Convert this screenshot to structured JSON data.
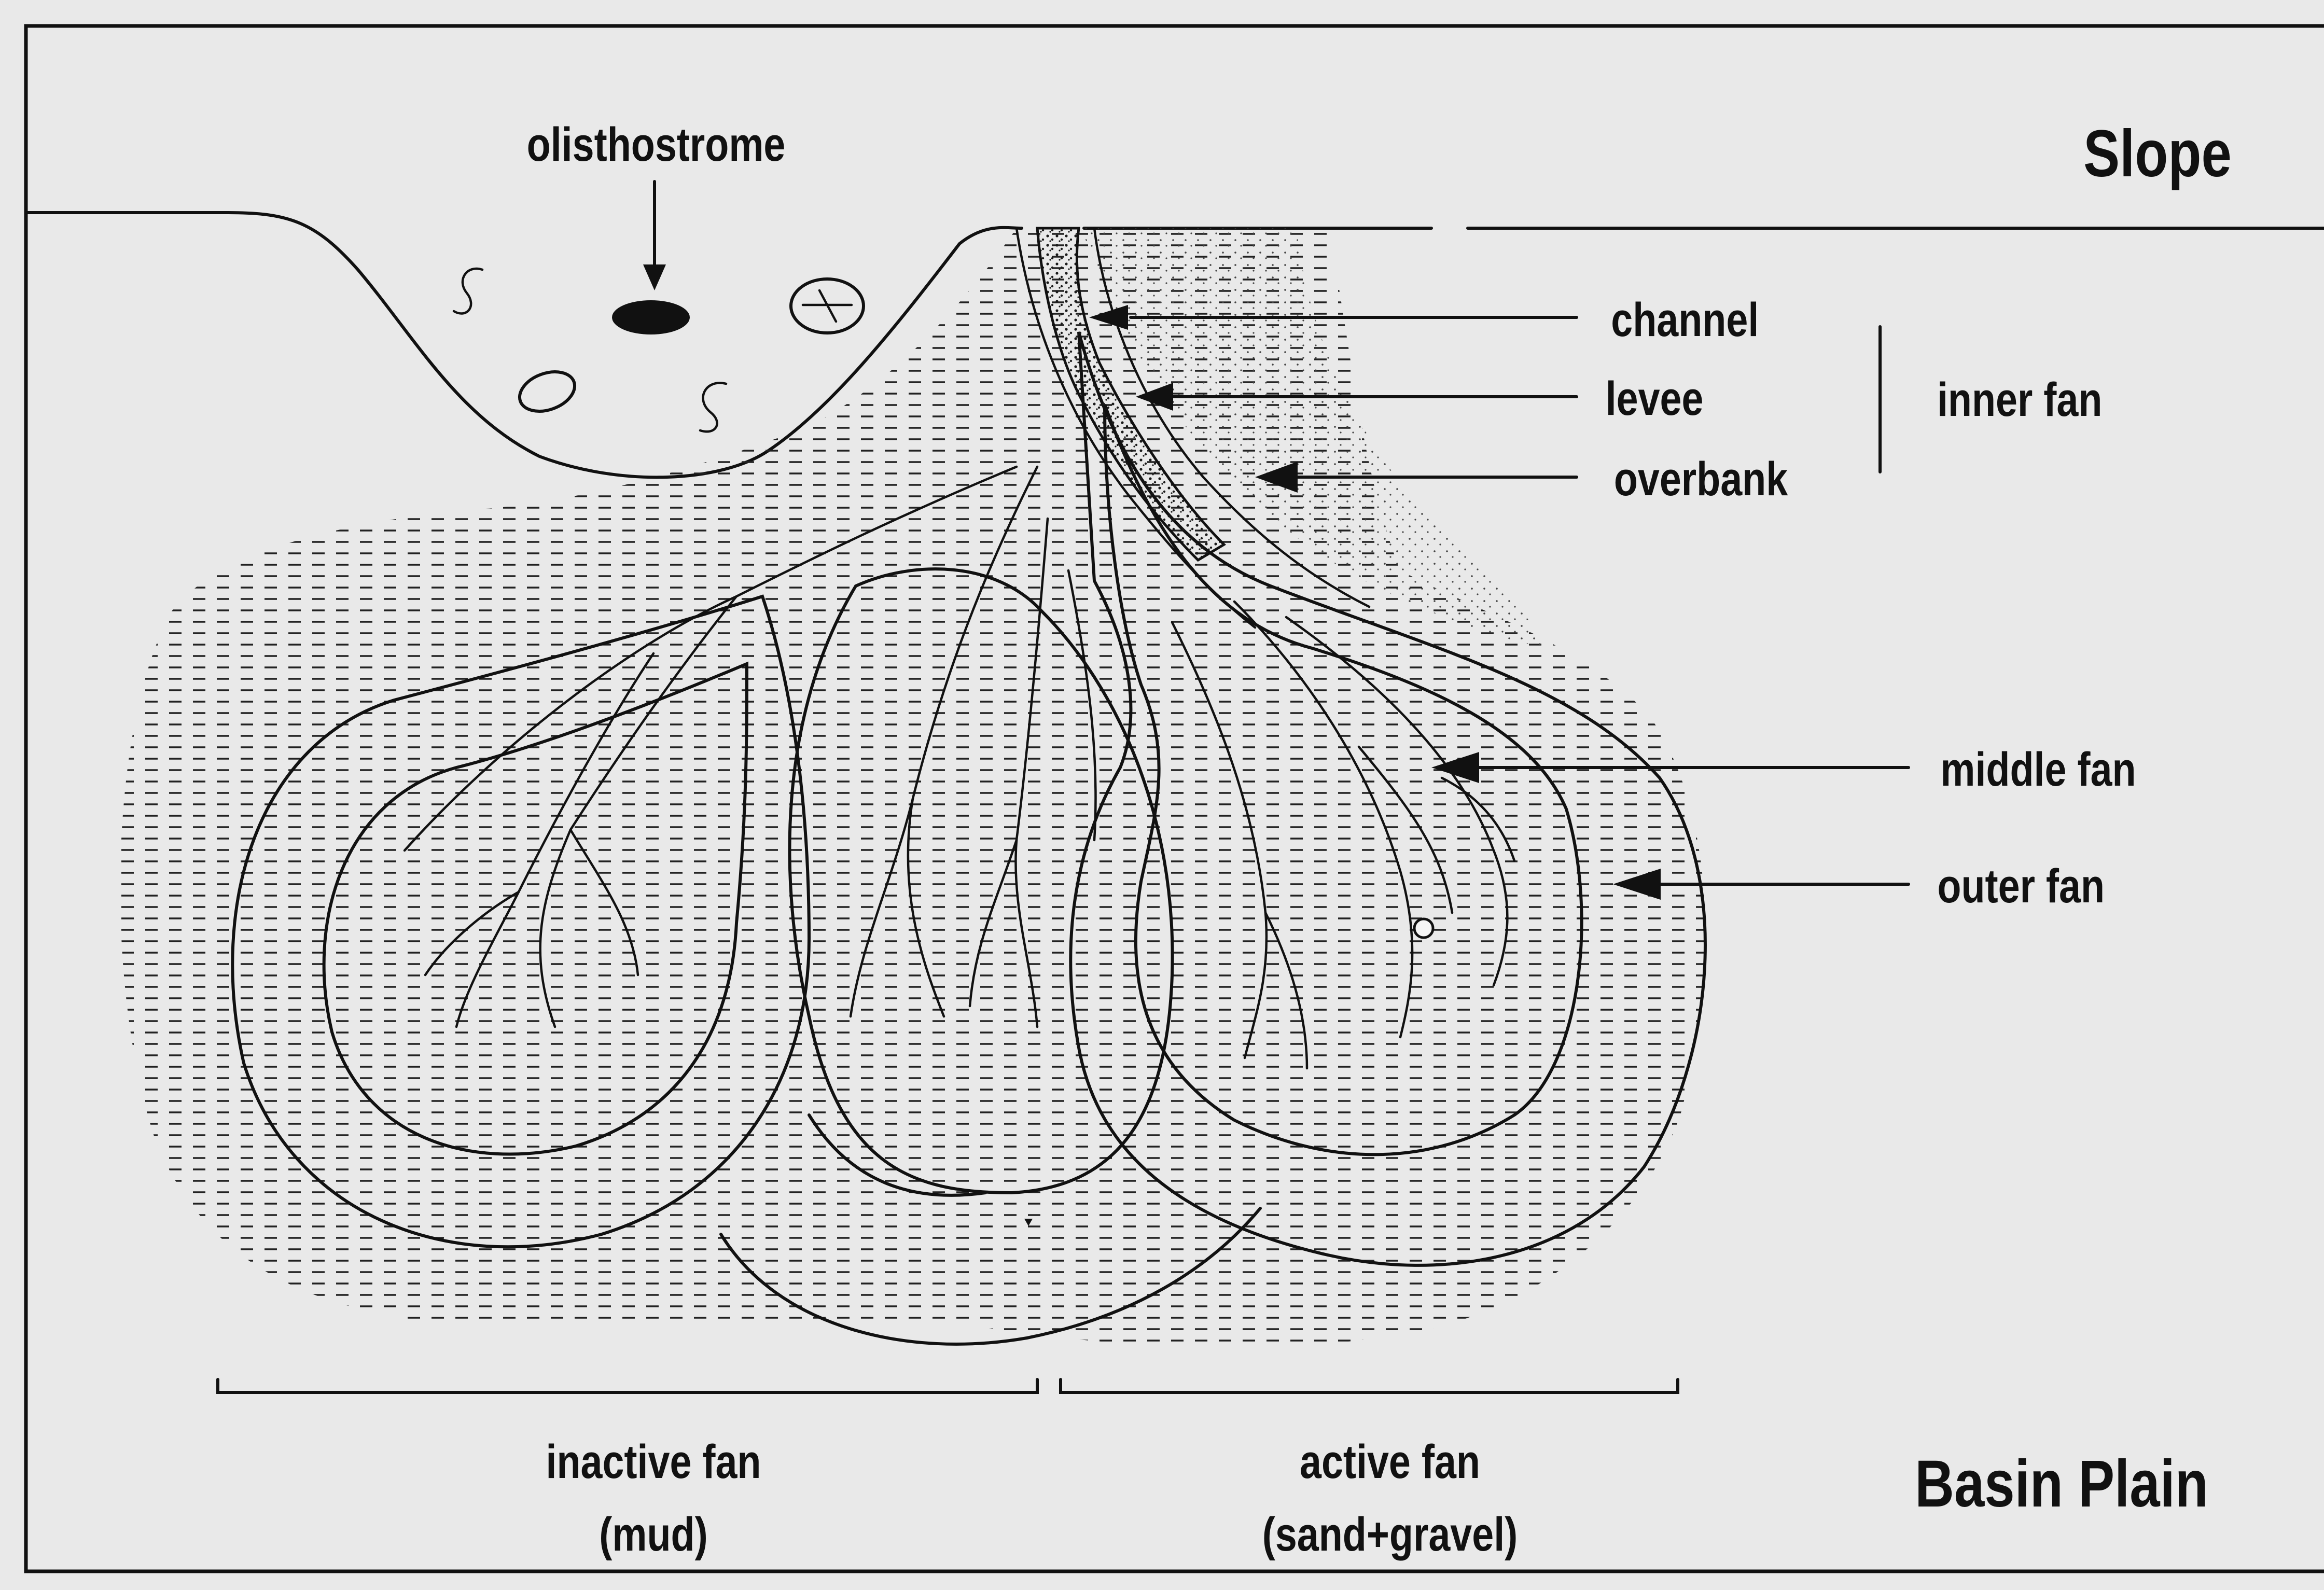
{
  "labels": {
    "olisthostrome": "olisthostrome",
    "slope": "Slope",
    "channel": "channel",
    "levee": "levee",
    "overbank": "overbank",
    "inner_fan": "inner fan",
    "middle_fan": "middle fan",
    "outer_fan": "outer fan",
    "inactive_fan": "inactive fan",
    "inactive_fan_note": "(mud)",
    "active_fan": "active fan",
    "active_fan_note": "(sand+gravel)",
    "basin_plain": "Basin Plain"
  },
  "colors": {
    "background": "#e9e9e9",
    "ink": "#111111",
    "fan_fill": "#f4f4f4"
  }
}
